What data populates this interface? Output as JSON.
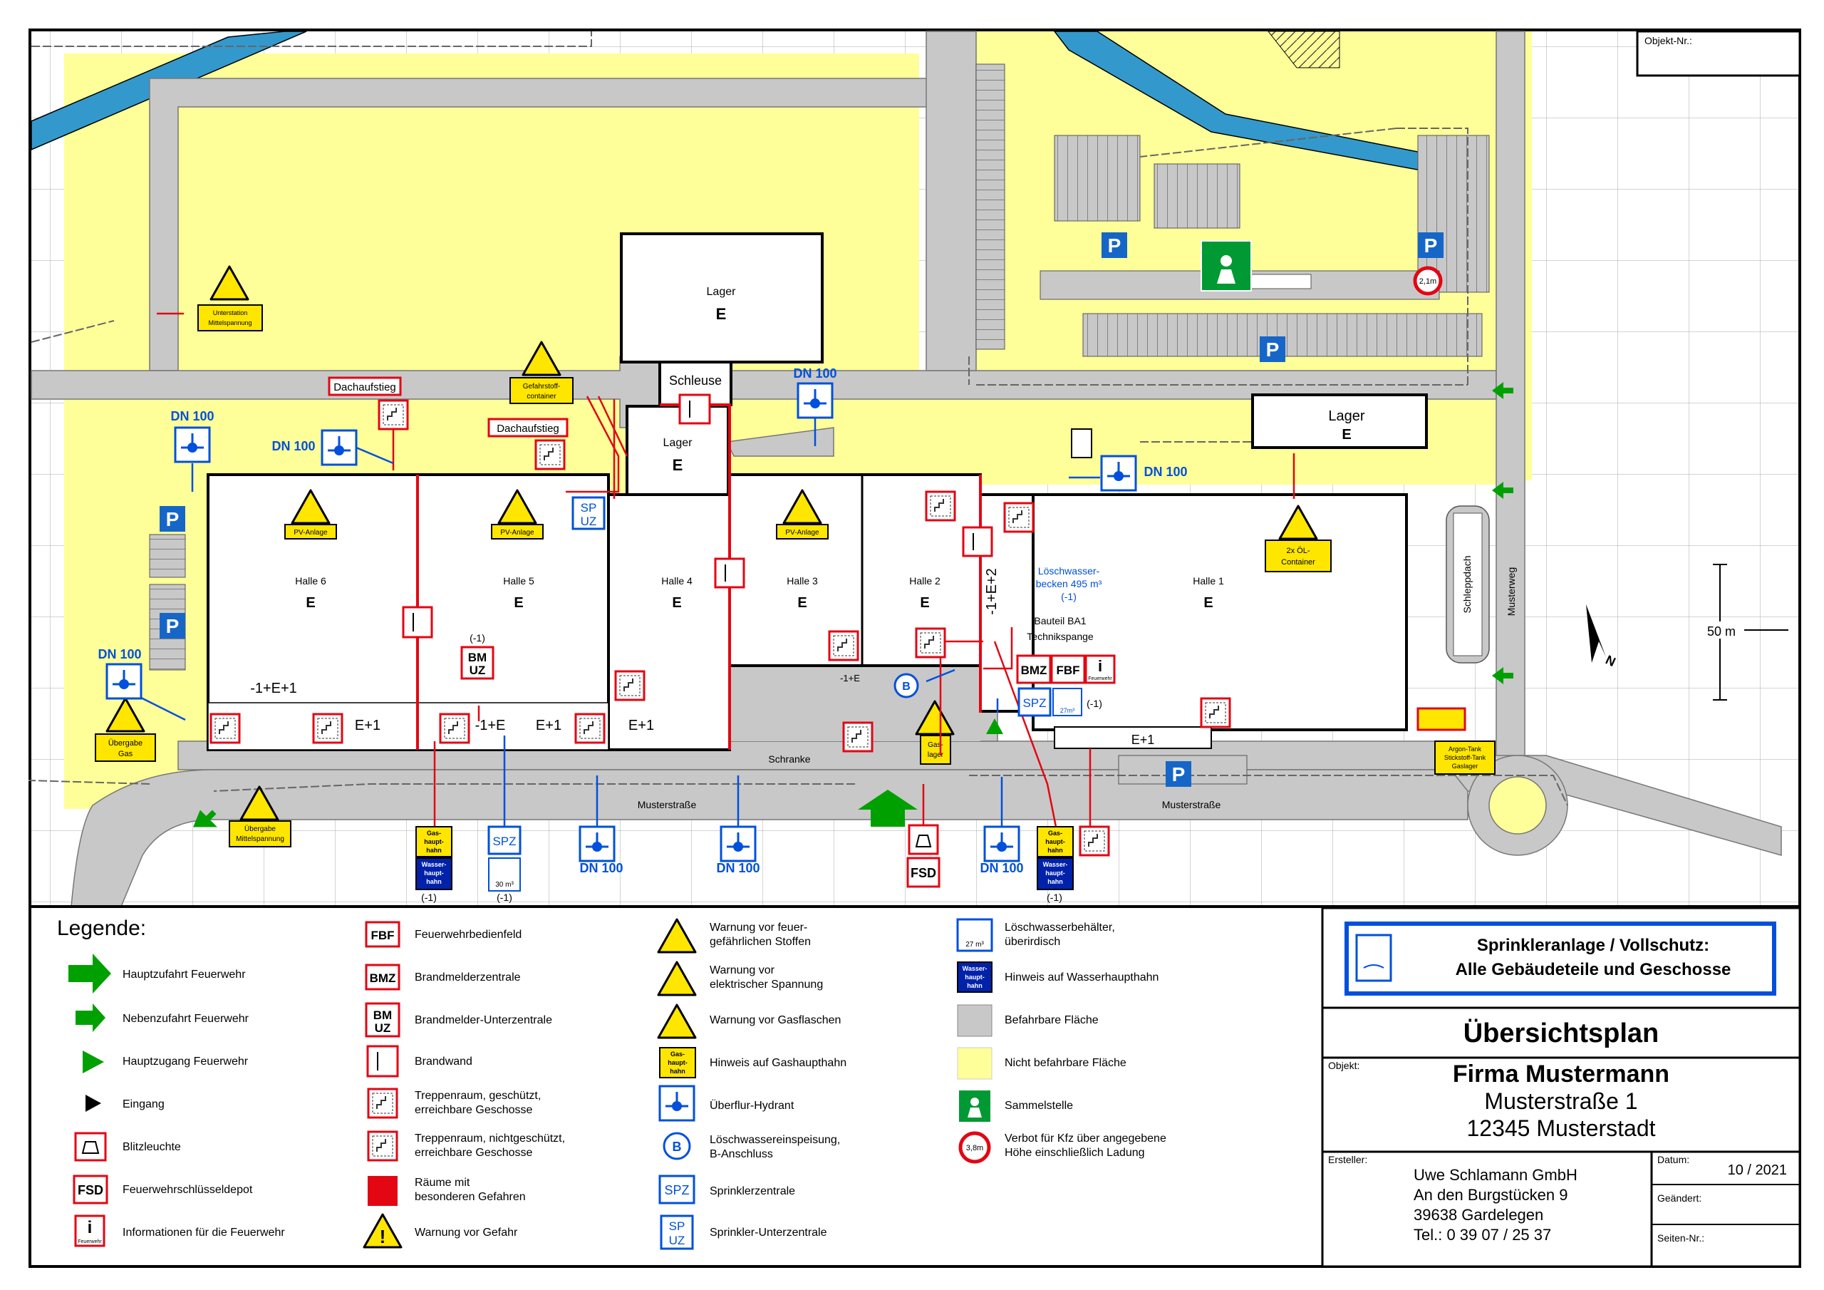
{
  "colors": {
    "yellow": "#FFFF99",
    "road": "#C8C8C8",
    "red": "#E30613",
    "blue": "#0050DC",
    "green": "#00A000",
    "water": "#3399CC",
    "fence": "#555555"
  },
  "header": {
    "objekt_nr_label": "Objekt-Nr.:"
  },
  "plan": {
    "buildings": {
      "lager_top": {
        "name": "Lager",
        "level": "E"
      },
      "lager_mid": {
        "name": "Lager",
        "level": "E"
      },
      "lager_right": {
        "name": "Lager",
        "level": "E"
      },
      "schleuse": "Schleuse",
      "halle6": {
        "name": "Halle 6",
        "level": "E"
      },
      "halle5": {
        "name": "Halle 5",
        "level": "E"
      },
      "halle4": {
        "name": "Halle 4",
        "level": "E"
      },
      "halle3": {
        "name": "Halle 3",
        "level": "E"
      },
      "halle2": {
        "name": "Halle 2",
        "level": "E"
      },
      "halle1": {
        "name": "Halle 1",
        "level": "E"
      },
      "schleppdach": "Schleppdach"
    },
    "labels": {
      "dachaufstieg": "Dachaufstieg",
      "unterstation": [
        "Unterstation",
        "Mittelspannung"
      ],
      "gefahrstoff": [
        "Gefahrstoff-",
        "container"
      ],
      "pv_anlage": "PV-Anlage",
      "oel": [
        "2x ÖL-",
        "Container"
      ],
      "uebergabe_gas": [
        "Übergabe",
        "Gas"
      ],
      "uebergabe_ms": [
        "Übergabe",
        "Mittelspannung"
      ],
      "gaslager": [
        "Gas-",
        "lager"
      ],
      "argon": [
        "Argon-Tank",
        "Stickstoff-Tank",
        "Gaslager"
      ],
      "dn100": "DN 100",
      "loeschwasser": [
        "Löschwasser-",
        "becken 495 m³",
        "(-1)"
      ],
      "bauteil": "Bauteil BA1",
      "technikspange": "Technikspange",
      "vertical_levels": "-1+E+2",
      "schranke": "Schranke",
      "musterstrasse": "Musterstraße",
      "musterweg": "Musterweg",
      "scale": "50 m",
      "levels_e1": "E+1",
      "levels_m1e1": "-1+E+1",
      "levels_m1e": "-1+E",
      "minus1": "(-1)",
      "vol_30": "30 m³",
      "vol_27": "27m³",
      "height_21": "2,1m",
      "fsd": "FSD",
      "spz": "SPZ",
      "bmz": "BMZ",
      "fbf": "FBF",
      "sp": "SP",
      "uz": "UZ",
      "bm": "BM",
      "gas_hahn": [
        "Gas-",
        "haupt-",
        "hahn"
      ],
      "wasser_hahn": [
        "Wasser-",
        "haupt-",
        "hahn"
      ],
      "feuerwehr": "Feuerwehr",
      "p": "P",
      "i": "i"
    }
  },
  "legend": {
    "title": "Legende:",
    "col1": [
      "Hauptzufahrt Feuerwehr",
      "Nebenzufahrt Feuerwehr",
      "Hauptzugang Feuerwehr",
      "Eingang",
      "Blitzleuchte",
      "Feuerwehrschlüsseldepot",
      "Informationen für die Feuerwehr"
    ],
    "col2": [
      [
        "Feuerwehrbedienfeld"
      ],
      [
        "Brandmelderzentrale"
      ],
      [
        "Brandmelder-Unterzentrale"
      ],
      [
        "Brandwand"
      ],
      [
        "Treppenraum, geschützt,",
        "erreichbare Geschosse"
      ],
      [
        "Treppenraum, nichtgeschützt,",
        "erreichbare Geschosse"
      ],
      [
        "Räume mit",
        "besonderen Gefahren"
      ]
    ],
    "col3": [
      [
        "Warnung vor feuer-",
        "gefährlichen Stoffen"
      ],
      [
        "Warnung vor",
        "elektrischer Spannung"
      ],
      [
        "Warnung vor Gasflaschen"
      ],
      [
        "Hinweis auf Gashaupthahn"
      ],
      [
        "Überflur-Hydrant"
      ],
      [
        "Löschwassereinspeisung,",
        "B-Anschluss"
      ],
      [
        "Sprinklerzentrale"
      ],
      [
        "Sprinkler-Unterzentrale"
      ]
    ],
    "col4": [
      [
        "Löschwasserbehälter,",
        "überirdisch"
      ],
      [
        "Hinweis auf Wasserhaupthahn"
      ],
      [
        "Befahrbare Fläche"
      ],
      [
        "Nicht befahrbare Fläche"
      ],
      [
        "Sammelstelle"
      ],
      [
        "Verbot für Kfz über angegebene",
        "Höhe einschließlich Ladung"
      ]
    ],
    "col1_last": "Warnung vor Gefahr",
    "sym_height": "3,8m",
    "sym_vol": "27 m³"
  },
  "titleblock": {
    "sprinkler_line1": "Sprinkleranlage / Vollschutz:",
    "sprinkler_line2": "Alle Gebäudeteile und Geschosse",
    "title": "Übersichtsplan",
    "objekt_label": "Objekt:",
    "objekt_name": "Firma Mustermann",
    "objekt_street": "Musterstraße 1",
    "objekt_city": "12345 Musterstadt",
    "ersteller_label": "Ersteller:",
    "ersteller_lines": [
      "Uwe Schlamann GmbH",
      "An den Burgstücken 9",
      "39638  Gardelegen",
      "Tel.: 0 39 07 / 25 37"
    ],
    "datum_label": "Datum:",
    "datum": "10 / 2021",
    "geaendert_label": "Geändert:",
    "seiten_label": "Seiten-Nr.:"
  }
}
